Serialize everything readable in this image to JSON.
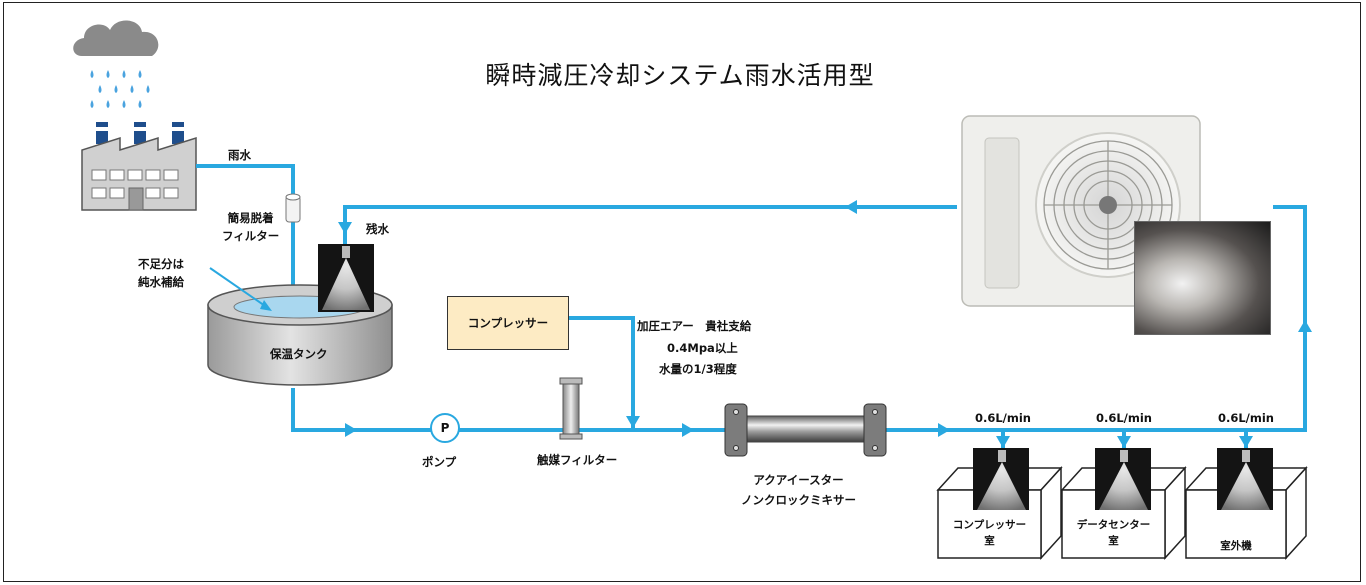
{
  "title": "瞬時減圧冷却システム雨水活用型",
  "labels": {
    "rainwater": "雨水",
    "simple_filter": "簡易脱着\nフィルター",
    "residual_water": "残水",
    "shortage_supply": "不足分は\n純水補給",
    "tank": "保温タンク",
    "compressor": "コンプレッサー",
    "pressurized_air": "加圧エアー　貴社支給",
    "pressure": "0.4Mpa以上",
    "water_ratio": "水量の1/3程度",
    "pump": "ポンプ",
    "pump_symbol": "P",
    "catalyst_filter": "触媒フィルター",
    "mixer": "アクアイースター\nノンクロックミキサー"
  },
  "rooms": [
    {
      "flow": "0.6L/min",
      "name": "コンプレッサー\n室"
    },
    {
      "flow": "0.6L/min",
      "name": "データセンター\n室"
    },
    {
      "flow": "0.6L/min",
      "name": "室外機"
    }
  ],
  "colors": {
    "pipe": "#29a8e0",
    "cloud": "#8a8a8a",
    "rain": "#4aa3df",
    "compressor_fill": "#fdebc4",
    "tank": "#c9c9c9",
    "water": "#a9d7ef"
  }
}
